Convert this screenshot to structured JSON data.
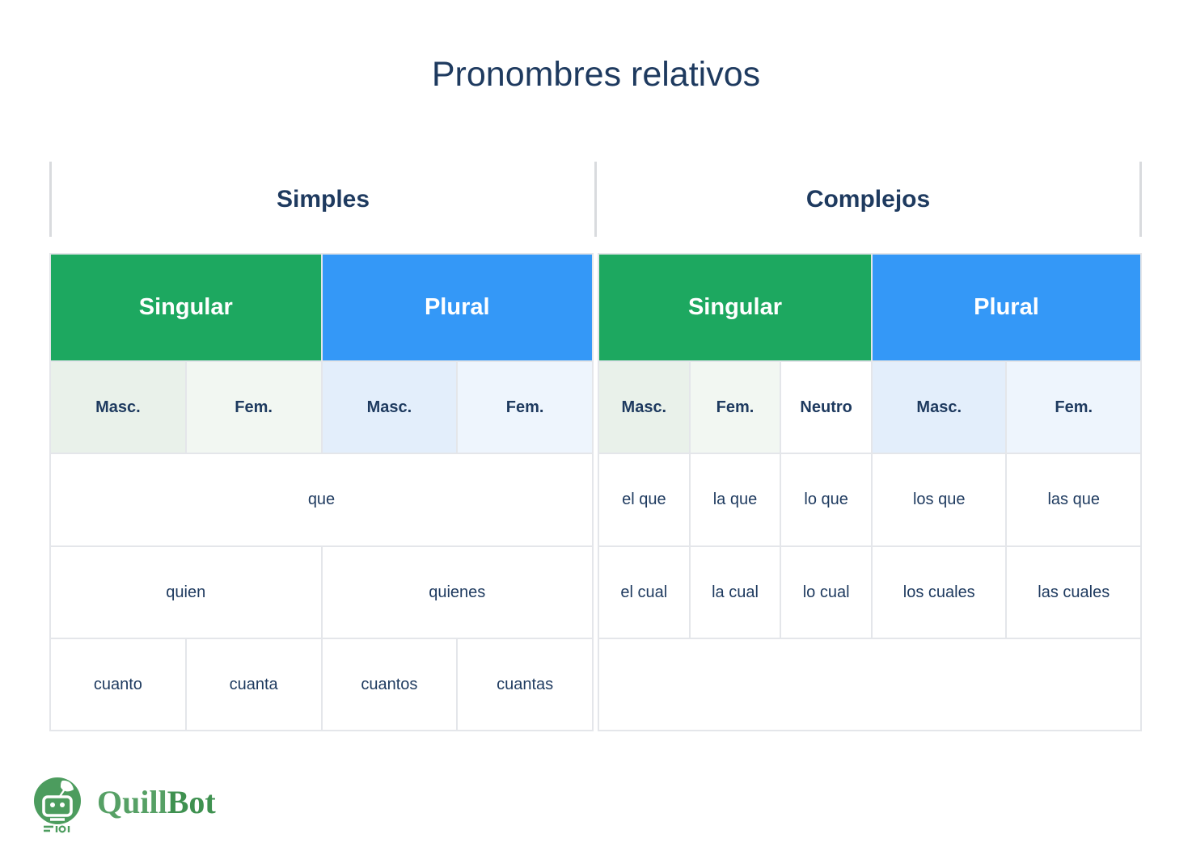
{
  "title": "Pronombres relativos",
  "groups": {
    "simples": "Simples",
    "complejos": "Complejos"
  },
  "simples": {
    "singular": "Singular",
    "plural": "Plural",
    "subheaders": [
      "Masc.",
      "Fem.",
      "Masc.",
      "Fem."
    ],
    "row_que": "que",
    "row_quien": "quien",
    "row_quienes": "quienes",
    "row_cuanto": [
      "cuanto",
      "cuanta",
      "cuantos",
      "cuantas"
    ]
  },
  "complejos": {
    "singular": "Singular",
    "plural": "Plural",
    "subheaders": [
      "Masc.",
      "Fem.",
      "Neutro",
      "Masc.",
      "Fem."
    ],
    "row_que": [
      "el que",
      "la que",
      "lo que",
      "los que",
      "las que"
    ],
    "row_cual": [
      "el cual",
      "la cual",
      "lo cual",
      "los cuales",
      "las cuales"
    ],
    "row_empty": ""
  },
  "footer": {
    "brand_quill": "Quill",
    "brand_bot": "Bot"
  },
  "colors": {
    "header_green": "#1da860",
    "header_blue": "#3498f7",
    "tint_green_masc": "#e9f1ea",
    "tint_green_fem": "#f2f7f2",
    "tint_blue_masc": "#e3eefb",
    "tint_blue_fem": "#eef5fd",
    "text_navy": "#1e3a5f",
    "border_gray": "#e4e6ea",
    "brand_green": "#4c9c5e"
  }
}
